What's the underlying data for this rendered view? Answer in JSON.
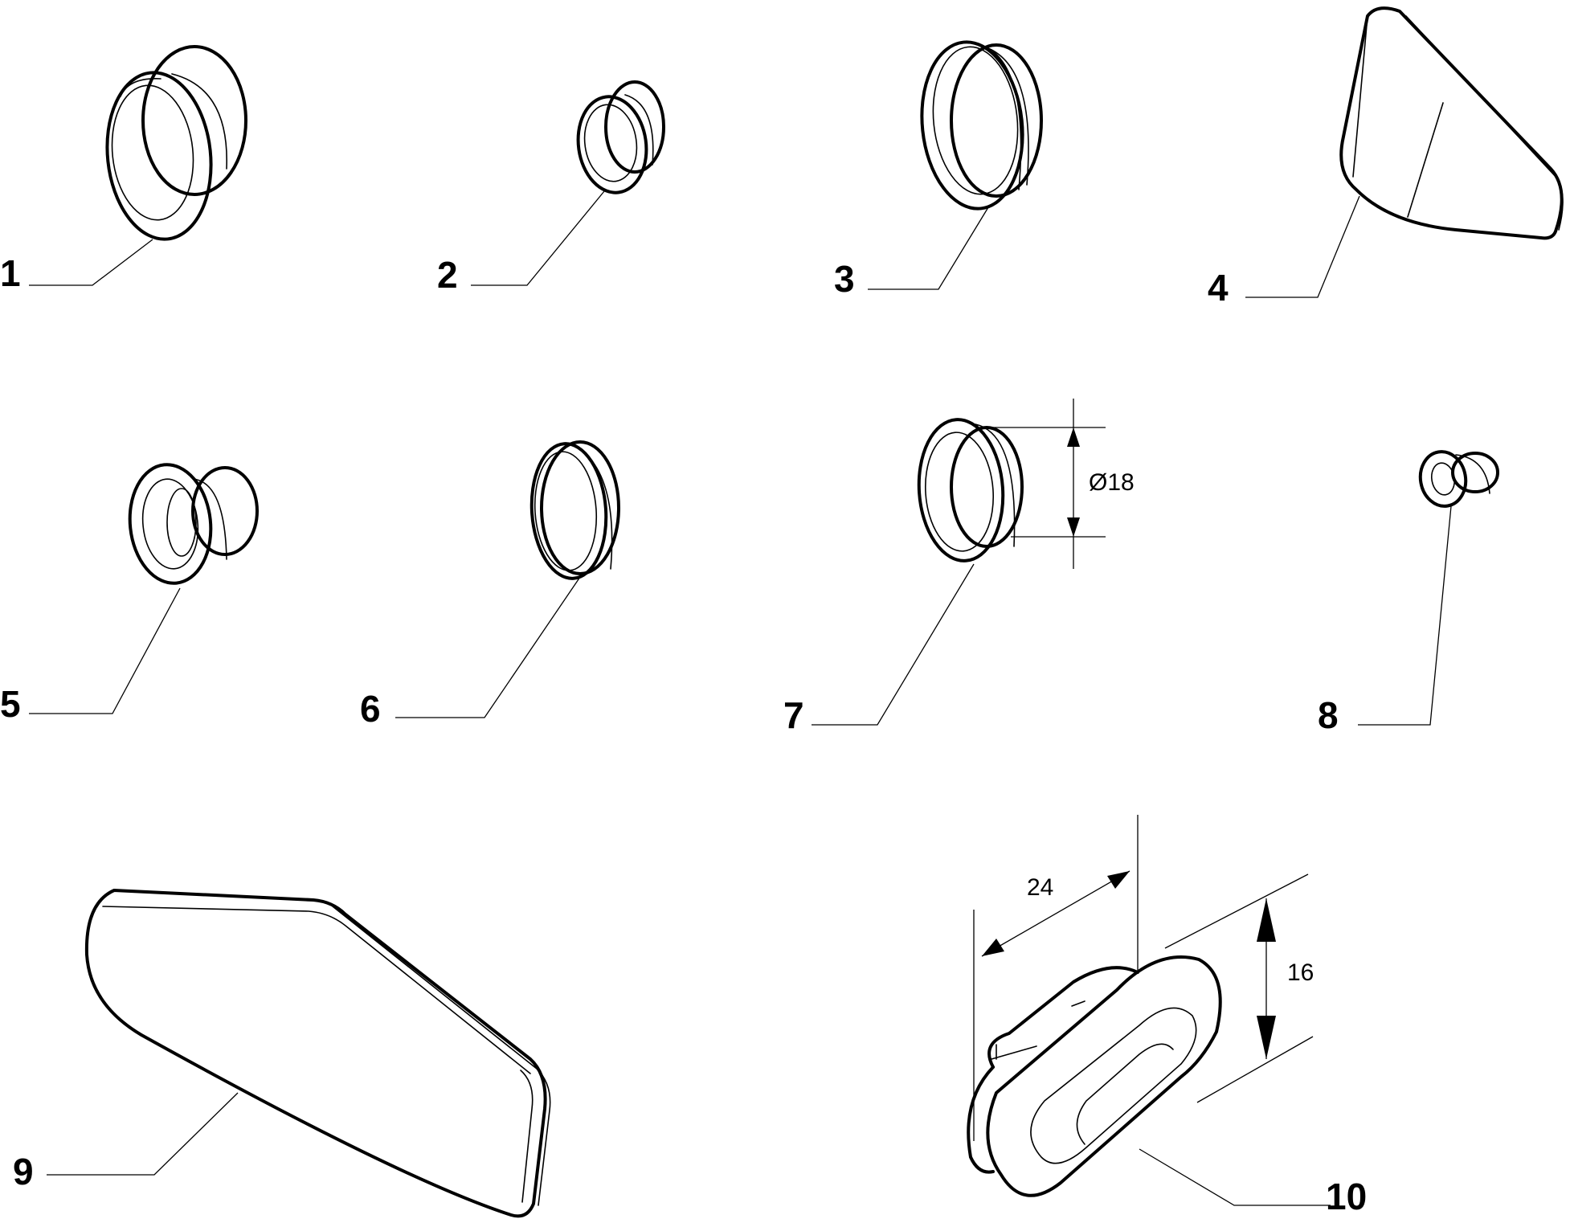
{
  "callouts": [
    "1",
    "2",
    "3",
    "4",
    "5",
    "6",
    "7",
    "8",
    "9",
    "10"
  ],
  "dimensions": {
    "part7_diameter": "Ø18",
    "part10_length": "24",
    "part10_height": "16"
  }
}
